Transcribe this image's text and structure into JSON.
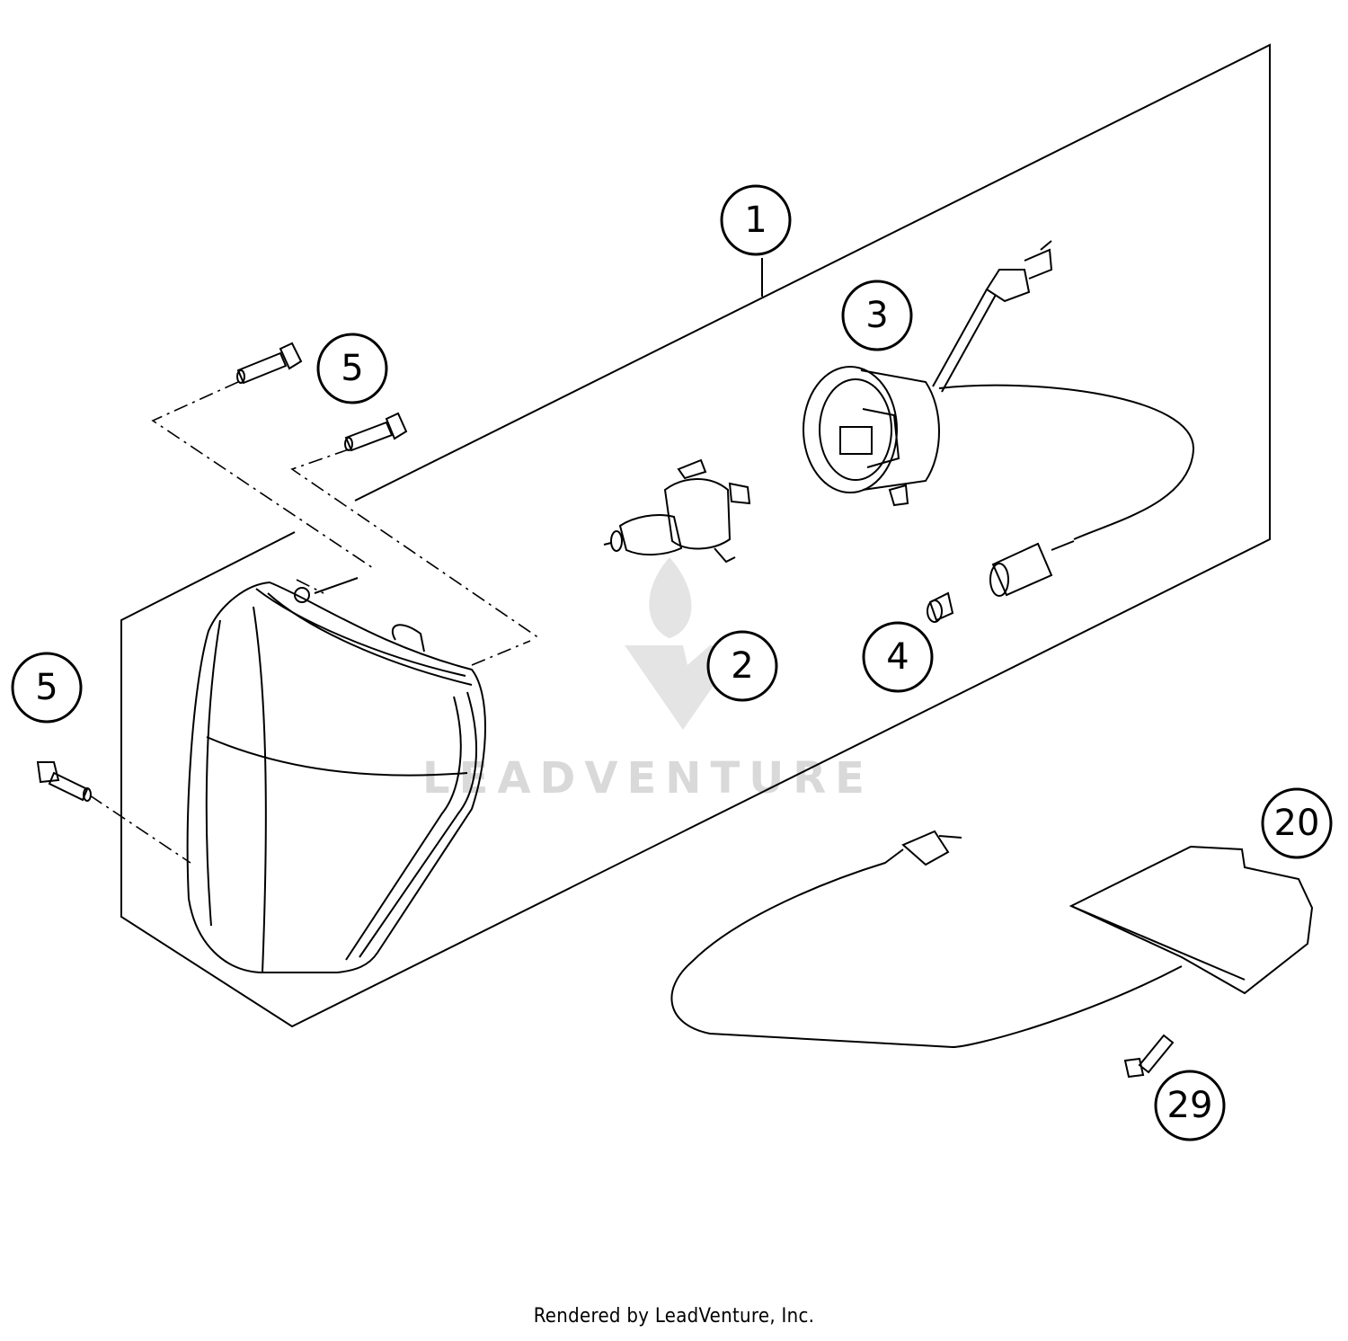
{
  "callouts": [
    {
      "label": "1"
    },
    {
      "label": "2"
    },
    {
      "label": "3"
    },
    {
      "label": "4"
    },
    {
      "label": "5"
    },
    {
      "label": "5"
    },
    {
      "label": "20"
    },
    {
      "label": "29"
    }
  ],
  "watermark": {
    "text": "LEADVENTURE"
  },
  "footer": {
    "text": "Rendered by LeadVenture, Inc."
  }
}
